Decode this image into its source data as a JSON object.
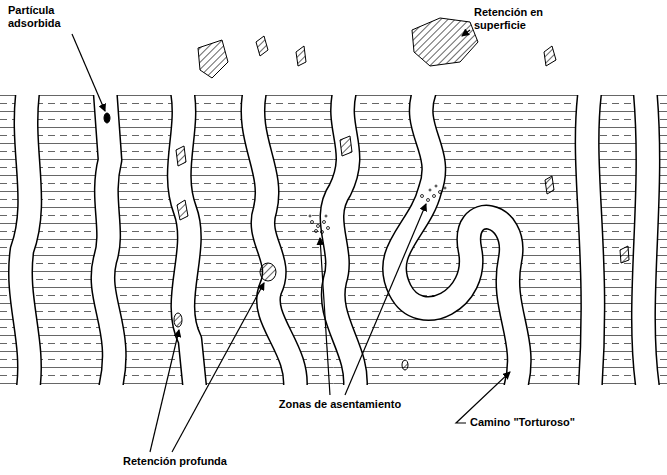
{
  "diagram": {
    "labels": [
      "Partícula adsorbida",
      "Retención en superficie",
      "Zonas de asentamiento",
      "Camino \"Torturoso\"",
      "Retención profunda"
    ]
  }
}
